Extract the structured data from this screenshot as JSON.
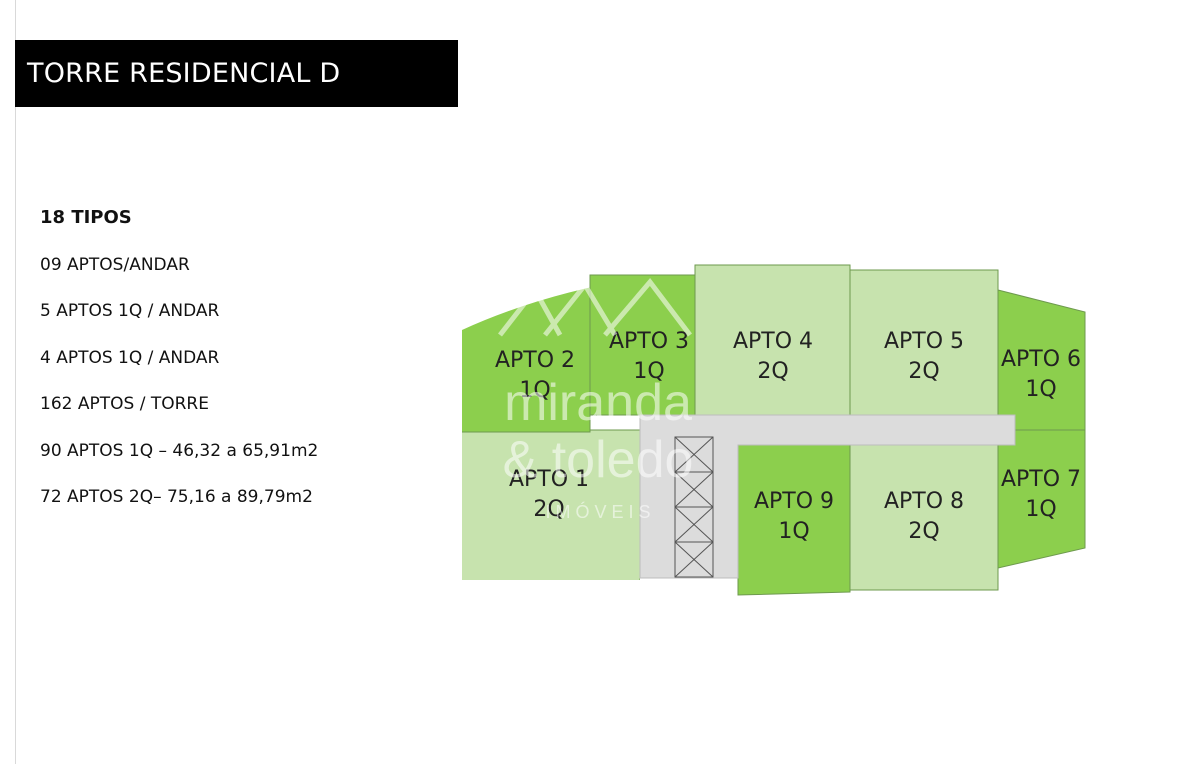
{
  "title": "TORRE RESIDENCIAL D",
  "specs": [
    "18 TIPOS",
    "09 APTOS/ANDAR",
    "5 APTOS 1Q / ANDAR",
    "4 APTOS 1Q / ANDAR",
    "162 APTOS / TORRE",
    "90 APTOS 1Q – 46,32 a 65,91m2",
    "72 APTOS 2Q– 75,16 a 89,79m2"
  ],
  "units": {
    "apto1": {
      "name": "APTO 1",
      "type": "2Q"
    },
    "apto2": {
      "name": "APTO 2",
      "type": "1Q"
    },
    "apto3": {
      "name": "APTO 3",
      "type": "1Q"
    },
    "apto4": {
      "name": "APTO 4",
      "type": "2Q"
    },
    "apto5": {
      "name": "APTO 5",
      "type": "2Q"
    },
    "apto6": {
      "name": "APTO 6",
      "type": "1Q"
    },
    "apto7": {
      "name": "APTO 7",
      "type": "1Q"
    },
    "apto8": {
      "name": "APTO 8",
      "type": "2Q"
    },
    "apto9": {
      "name": "APTO 9",
      "type": "1Q"
    }
  },
  "colors": {
    "one_bedroom": "#8ccf4d",
    "two_bedroom": "#c7e3ae",
    "core": "#dcdcdc",
    "outline": "#6e9a4e"
  },
  "watermark": {
    "line1": "miranda",
    "line2": "& toledo",
    "line3": "I M Ó V E I S"
  }
}
